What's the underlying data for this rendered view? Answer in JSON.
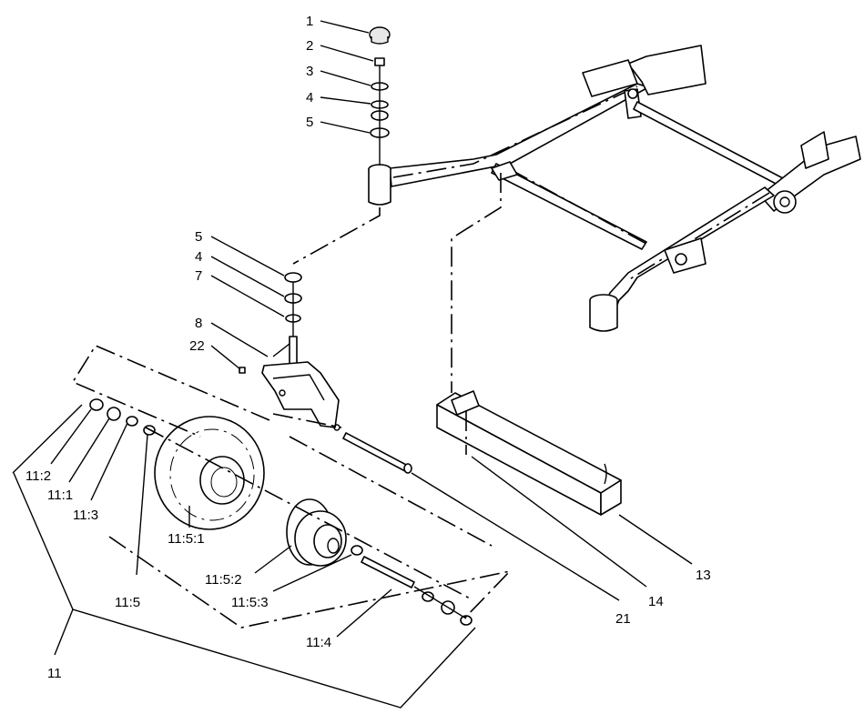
{
  "callouts": {
    "c1": "1",
    "c2": "2",
    "c3": "3",
    "c4a": "4",
    "c5a": "5",
    "c5b": "5",
    "c4b": "4",
    "c7": "7",
    "c8": "8",
    "c22": "22",
    "c11_2": "11:2",
    "c11_1": "11:1",
    "c11_3": "11:3",
    "c11_5": "11:5",
    "c11_5_1": "11:5:1",
    "c11_5_2": "11:5:2",
    "c11_5_3": "11:5:3",
    "c11_4": "11:4",
    "c11": "11",
    "c21": "21",
    "c14": "14",
    "c13": "13"
  }
}
